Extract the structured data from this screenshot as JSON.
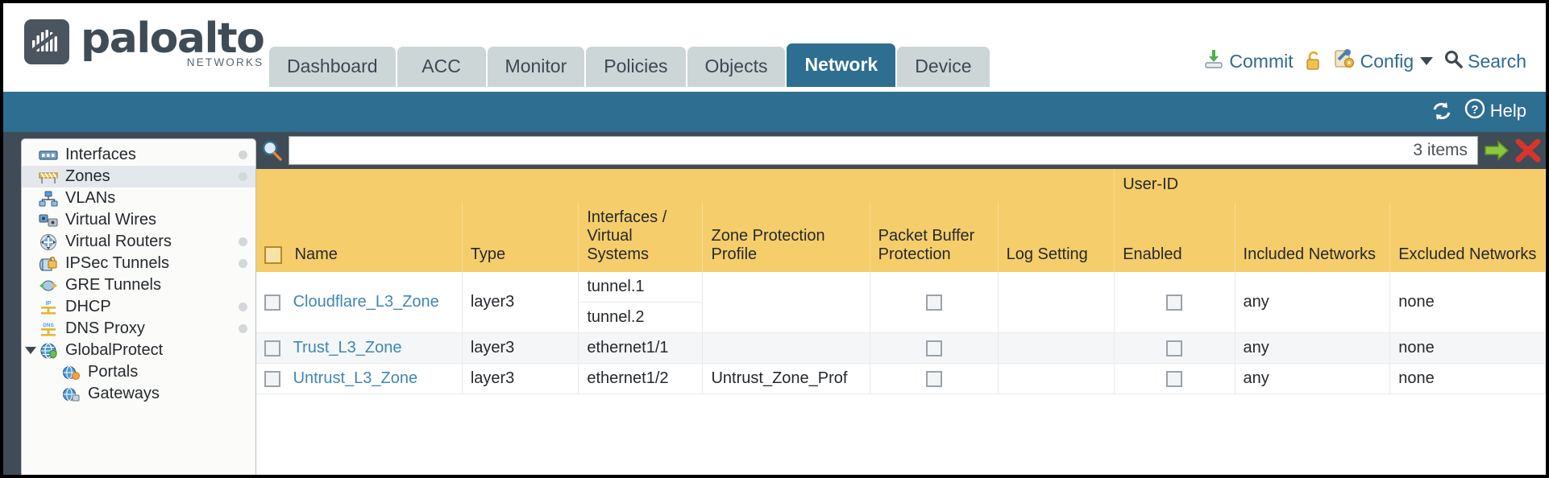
{
  "brand": {
    "name": "paloalto",
    "tagline": "NETWORKS"
  },
  "nav": {
    "tabs": [
      {
        "label": "Dashboard",
        "active": false
      },
      {
        "label": "ACC",
        "active": false
      },
      {
        "label": "Monitor",
        "active": false
      },
      {
        "label": "Policies",
        "active": false
      },
      {
        "label": "Objects",
        "active": false
      },
      {
        "label": "Network",
        "active": true
      },
      {
        "label": "Device",
        "active": false
      }
    ]
  },
  "top_actions": {
    "commit": "Commit",
    "config": "Config",
    "search": "Search",
    "lock_icon": "unlock-icon",
    "commit_icon": "commit-icon",
    "config_icon": "config-wrench-icon",
    "search_icon": "search-icon",
    "caret_icon": "chevron-down-icon"
  },
  "band": {
    "refresh_icon": "refresh-icon",
    "help_label": "Help",
    "help_icon": "help-circle-icon"
  },
  "sidebar": {
    "items": [
      {
        "label": "Interfaces",
        "icon": "interfaces-icon",
        "dot": true,
        "level": 0,
        "selected": false
      },
      {
        "label": "Zones",
        "icon": "zones-icon",
        "dot": true,
        "level": 0,
        "selected": true
      },
      {
        "label": "VLANs",
        "icon": "vlans-icon",
        "dot": false,
        "level": 0,
        "selected": false
      },
      {
        "label": "Virtual Wires",
        "icon": "virtual-wires-icon",
        "dot": false,
        "level": 0,
        "selected": false
      },
      {
        "label": "Virtual Routers",
        "icon": "virtual-routers-icon",
        "dot": true,
        "level": 0,
        "selected": false
      },
      {
        "label": "IPSec Tunnels",
        "icon": "ipsec-tunnels-icon",
        "dot": true,
        "level": 0,
        "selected": false
      },
      {
        "label": "GRE Tunnels",
        "icon": "gre-tunnels-icon",
        "dot": false,
        "level": 0,
        "selected": false
      },
      {
        "label": "DHCP",
        "icon": "dhcp-icon",
        "dot": true,
        "level": 0,
        "selected": false
      },
      {
        "label": "DNS Proxy",
        "icon": "dns-proxy-icon",
        "dot": true,
        "level": 0,
        "selected": false
      },
      {
        "label": "GlobalProtect",
        "icon": "globalprotect-icon",
        "dot": false,
        "level": 0,
        "selected": false,
        "expanded": true
      },
      {
        "label": "Portals",
        "icon": "portals-icon",
        "dot": false,
        "level": 1,
        "selected": false
      },
      {
        "label": "Gateways",
        "icon": "gateways-icon",
        "dot": false,
        "level": 1,
        "selected": false
      }
    ]
  },
  "filter": {
    "value": "",
    "placeholder": "",
    "item_count": "3 items",
    "search_icon": "search-icon",
    "apply_icon": "apply-filter-arrow-icon",
    "clear_icon": "clear-filter-x-icon"
  },
  "table": {
    "group_header": "User-ID",
    "columns": {
      "name": "Name",
      "type": "Type",
      "interfaces": "Interfaces / Virtual Systems",
      "zone_protection": "Zone Protection Profile",
      "packet_buffer": "Packet Buffer Protection",
      "log_setting": "Log Setting",
      "enabled": "Enabled",
      "included": "Included Networks",
      "excluded": "Excluded Networks"
    },
    "rows": [
      {
        "name": "Cloudflare_L3_Zone",
        "type": "layer3",
        "interfaces": [
          "tunnel.1",
          "tunnel.2"
        ],
        "zone_protection": "",
        "packet_buffer": false,
        "log_setting": "",
        "enabled": false,
        "included": "any",
        "excluded": "none"
      },
      {
        "name": "Trust_L3_Zone",
        "type": "layer3",
        "interfaces": [
          "ethernet1/1"
        ],
        "zone_protection": "",
        "packet_buffer": false,
        "log_setting": "",
        "enabled": false,
        "included": "any",
        "excluded": "none"
      },
      {
        "name": "Untrust_L3_Zone",
        "type": "layer3",
        "interfaces": [
          "ethernet1/2"
        ],
        "zone_protection": "Untrust_Zone_Prof",
        "packet_buffer": false,
        "log_setting": "",
        "enabled": false,
        "included": "any",
        "excluded": "none"
      }
    ]
  },
  "colors": {
    "brand_slate": "#3f4c56",
    "nav_active": "#2d6e91",
    "header_gold": "#f5cd6a",
    "group_gold": "#ddab33",
    "link_blue": "#3f87b3"
  }
}
